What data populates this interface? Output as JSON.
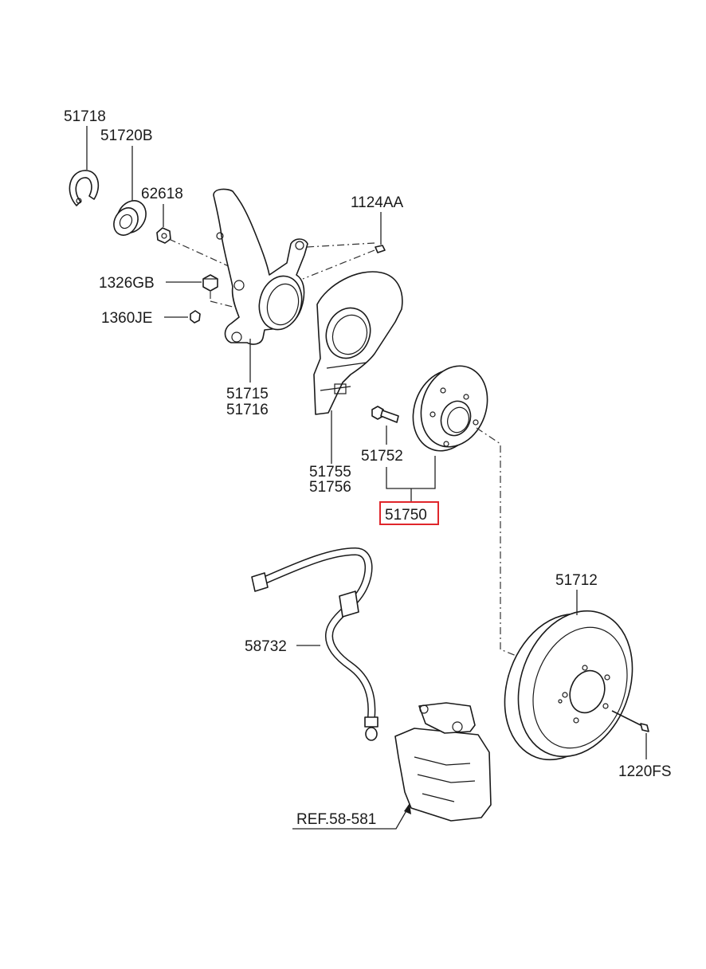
{
  "diagram": {
    "labels": {
      "p51718": "51718",
      "p51720b": "51720B",
      "p62618": "62618",
      "p1124aa": "1124AA",
      "p1326gb": "1326GB",
      "p1360je": "1360JE",
      "p51715": "51715",
      "p51716": "51716",
      "p51755": "51755",
      "p51756": "51756",
      "p51752": "51752",
      "p51750": "51750",
      "p51712": "51712",
      "p58732": "58732",
      "p1220fs": "1220FS",
      "ref": "REF.58-581"
    },
    "highlight_color": "#e0262b"
  }
}
